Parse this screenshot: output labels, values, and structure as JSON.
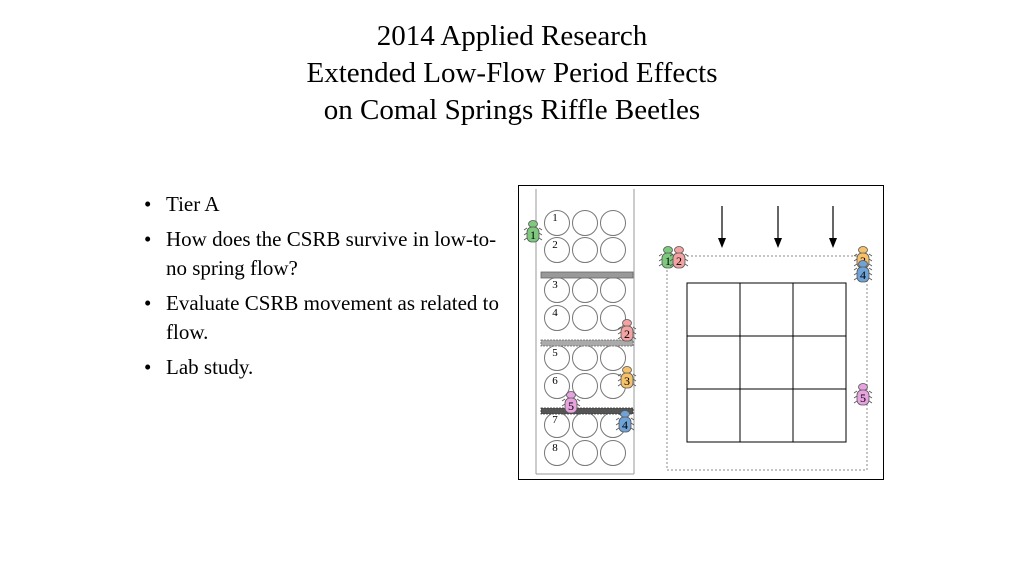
{
  "title": {
    "line1": "2014 Applied Research",
    "line2": "Extended Low-Flow Period Effects",
    "line3": "on Comal Springs Riffle Beetles"
  },
  "bullets": [
    "Tier A",
    "How does the CSRB survive in low-to-no spring flow?",
    "Evaluate CSRB movement as related to flow.",
    "Lab study."
  ],
  "figure": {
    "row_numbers": [
      "1",
      "2",
      "3",
      "4",
      "5",
      "6",
      "7",
      "8"
    ],
    "left_beetles": [
      {
        "label": "1",
        "color": "#7fc97f"
      },
      {
        "label": "2",
        "color": "#f4a3a3"
      },
      {
        "label": "3",
        "color": "#f5c26b"
      },
      {
        "label": "5",
        "color": "#e7a3e0"
      },
      {
        "label": "4",
        "color": "#6fa3d8"
      }
    ],
    "right_beetles": [
      {
        "label": "1",
        "color": "#7fc97f"
      },
      {
        "label": "2",
        "color": "#f4a3a3"
      },
      {
        "label": "3",
        "color": "#f5c26b"
      },
      {
        "label": "4",
        "color": "#6fa3d8"
      },
      {
        "label": "5",
        "color": "#e7a3e0"
      }
    ],
    "grid_size": 3,
    "arrow_count": 3
  }
}
